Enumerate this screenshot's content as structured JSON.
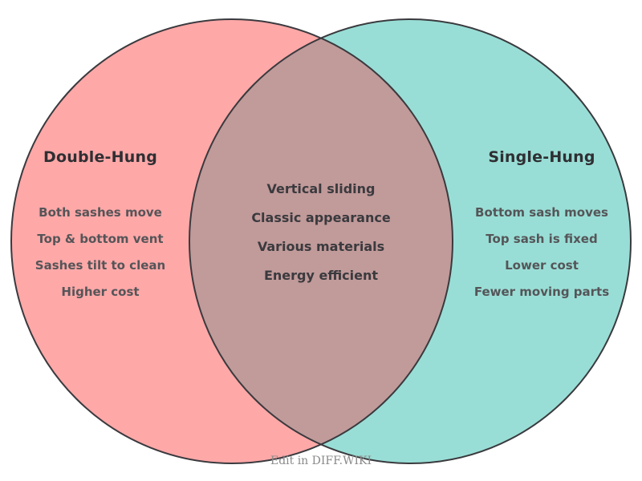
{
  "diagram": {
    "type": "venn",
    "background": "#ffffff",
    "stroke_color": "#3a3a3e",
    "left": {
      "title": "Double-Hung",
      "fill": "#ffa8a8",
      "items": [
        "Both sashes move",
        "Top & bottom vent",
        "Sashes tilt to clean",
        "Higher cost"
      ]
    },
    "right": {
      "title": "Single-Hung",
      "fill": "#99ded6",
      "items": [
        "Bottom sash moves",
        "Top sash is fixed",
        "Lower cost",
        "Fewer moving parts"
      ]
    },
    "center": {
      "fill": "#c19a9a",
      "items": [
        "Vertical sliding",
        "Classic appearance",
        "Various materials",
        "Energy efficient"
      ]
    }
  },
  "footer": {
    "text": "Edit in DIFF.WIKI"
  }
}
